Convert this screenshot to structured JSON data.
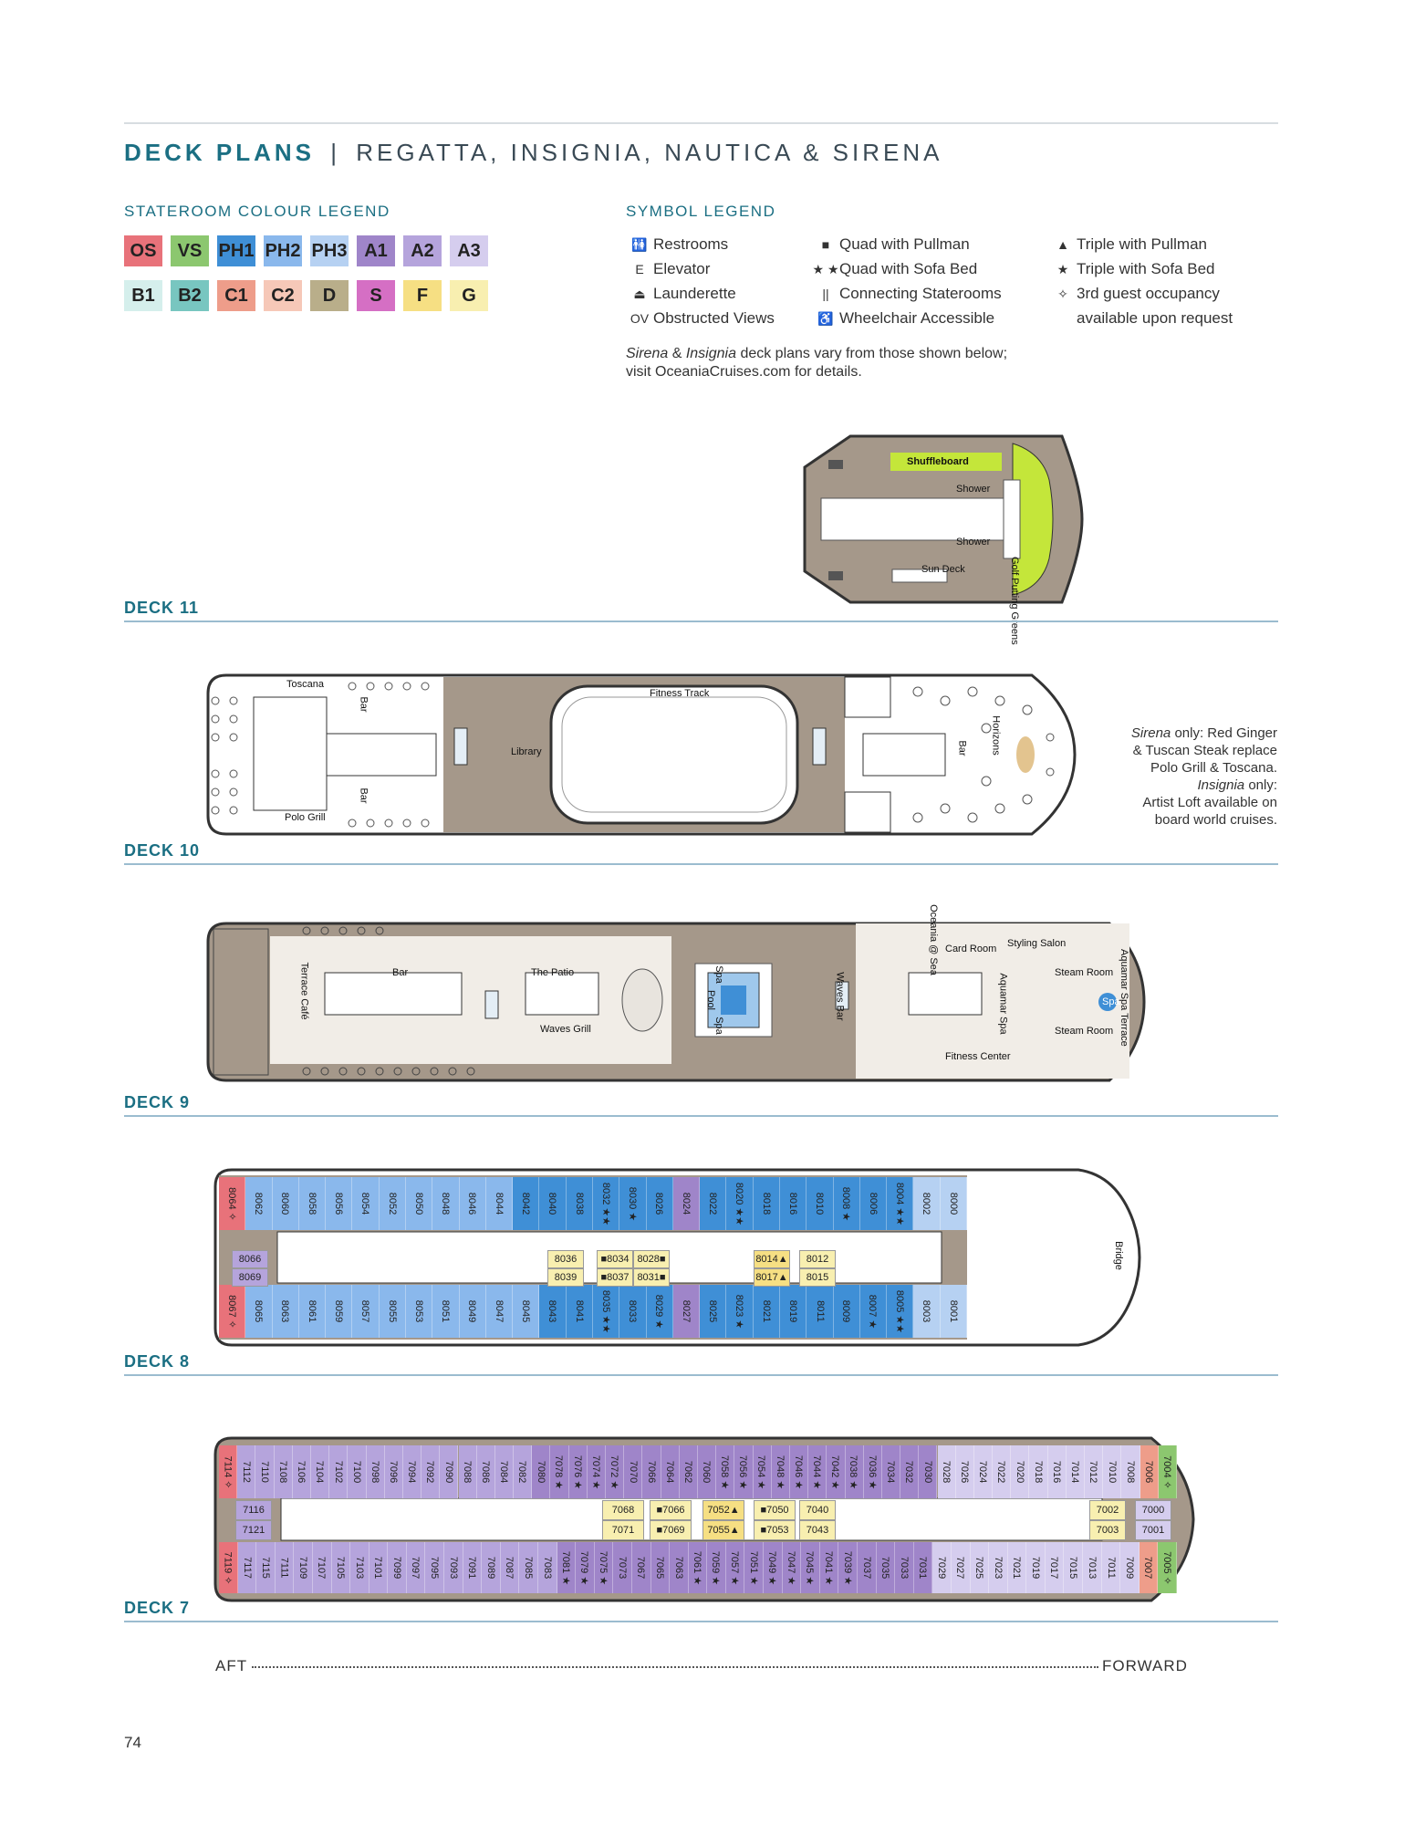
{
  "header": {
    "title_bold": "DECK PLANS",
    "divider": "|",
    "title_ships": "REGATTA, INSIGNIA, NAUTICA & SIRENA"
  },
  "colour_legend": {
    "heading": "STATEROOM COLOUR LEGEND",
    "items": [
      {
        "code": "OS",
        "color": "#e8727a"
      },
      {
        "code": "VS",
        "color": "#8cc76f"
      },
      {
        "code": "PH1",
        "color": "#3f8fd6"
      },
      {
        "code": "PH2",
        "color": "#8ab8ec"
      },
      {
        "code": "PH3",
        "color": "#b6d1f2"
      },
      {
        "code": "A1",
        "color": "#9f85c9"
      },
      {
        "code": "A2",
        "color": "#b5a4dc"
      },
      {
        "code": "A3",
        "color": "#d5cdee"
      },
      {
        "code": "B1",
        "color": "#d5efec"
      },
      {
        "code": "B2",
        "color": "#78c6c0"
      },
      {
        "code": "C1",
        "color": "#ee9d8a"
      },
      {
        "code": "C2",
        "color": "#f6c8b8"
      },
      {
        "code": "D",
        "color": "#b9ae8a"
      },
      {
        "code": "S",
        "color": "#d56fc4"
      },
      {
        "code": "F",
        "color": "#f6df83"
      },
      {
        "code": "G",
        "color": "#f8efb0"
      }
    ]
  },
  "symbol_legend": {
    "heading": "SYMBOL LEGEND",
    "col1": [
      {
        "icon": "restroom-icon",
        "glyph": "🚻",
        "label": "Restrooms"
      },
      {
        "icon": "elevator-icon",
        "glyph": "E",
        "label": "Elevator"
      },
      {
        "icon": "launderette-icon",
        "glyph": "⏏",
        "label": "Launderette"
      },
      {
        "icon": "obstructed-views-icon",
        "glyph": "OV",
        "label": "Obstructed Views"
      }
    ],
    "col2": [
      {
        "icon": "square-icon",
        "glyph": "■",
        "label": "Quad with Pullman"
      },
      {
        "icon": "double-star-icon",
        "glyph": "★ ★",
        "label": "Quad with Sofa Bed"
      },
      {
        "icon": "connecting-icon",
        "glyph": "||",
        "label": "Connecting Staterooms"
      },
      {
        "icon": "wheelchair-icon",
        "glyph": "♿",
        "label": "Wheelchair Accessible"
      }
    ],
    "col3": [
      {
        "icon": "triangle-icon",
        "glyph": "▲",
        "label": "Triple with Pullman"
      },
      {
        "icon": "star-icon",
        "glyph": "★",
        "label": "Triple with Sofa Bed"
      },
      {
        "icon": "diamond-icon",
        "glyph": "✧",
        "label": "3rd guest occupancy"
      },
      {
        "icon": "",
        "glyph": "",
        "label": "available upon request"
      }
    ],
    "note_ship1": "Sirena",
    "note_amp": "&",
    "note_ship2": "Insignia",
    "note_rest": "deck plans vary from those shown below;",
    "note_line2": "visit OceaniaCruises.com for details."
  },
  "decks": {
    "deck11": {
      "label": "DECK 11",
      "shuffleboard": "Shuffleboard",
      "shower1": "Shower",
      "shower2": "Shower",
      "sundeck": "Sun Deck",
      "golf": "Golf Putting Greens"
    },
    "deck10": {
      "label": "DECK 10",
      "toscana": "Toscana",
      "polo": "Polo Grill",
      "bar1": "Bar",
      "bar2": "Bar",
      "library": "Library",
      "fitness_track": "Fitness Track",
      "horizons": "Horizons",
      "bar3": "Bar",
      "note_ship1": "Sirena",
      "note_line1": "only: Red Ginger",
      "note_line2": "& Tuscan Steak replace",
      "note_line3": "Polo Grill & Toscana.",
      "note_ship2": "Insignia",
      "note_line4": "only:",
      "note_line5": "Artist Loft available on",
      "note_line6": "board world cruises."
    },
    "deck9": {
      "label": "DECK 9",
      "terrace_cafe": "Terrace Café",
      "bar": "Bar",
      "patio": "The Patio",
      "waves_grill": "Waves Grill",
      "spa1": "Spa",
      "pool": "Pool",
      "spa2": "Spa",
      "waves_bar": "Waves Bar",
      "oceania_sea": "Oceania @ Sea",
      "card_room": "Card Room",
      "aquamar_spa": "Aquamar Spa",
      "styling_salon": "Styling Salon",
      "steam1": "Steam Room",
      "steam2": "Steam Room",
      "spa3": "Spa",
      "fitness_center": "Fitness Center",
      "spa_terrace": "Aquamar Spa Terrace"
    },
    "deck8": {
      "label": "DECK 8",
      "top_row": [
        "8064 ✧",
        "8062",
        "8060",
        "8058",
        "8056",
        "8054",
        "8052",
        "8050",
        "8048",
        "8046",
        "8044",
        "8042",
        "8040",
        "8038",
        "8032 ★★",
        "8030 ★",
        "8026",
        "8024",
        "8022",
        "8020 ★★",
        "8018",
        "8016",
        "8010",
        "8008 ★",
        "8006",
        "8004 ★★",
        "8002",
        "8000"
      ],
      "bottom_row": [
        "8067 ✧",
        "8065",
        "8063",
        "8061",
        "8059",
        "8057",
        "8055",
        "8053",
        "8051",
        "8049",
        "8047",
        "8045",
        "8043",
        "8041",
        "8035 ★★",
        "8033",
        "8029 ★",
        "8027",
        "8025",
        "8023 ★",
        "8021",
        "8019",
        "8011",
        "8009",
        "8007 ★",
        "8005 ★★",
        "8003",
        "8001"
      ],
      "aft_top": "8066",
      "aft_bottom": "8069",
      "mid1_top": "8036",
      "mid1_bottom": "8039",
      "mid2_top": "■8034",
      "mid2_bottom": "■8037",
      "mid3_top": "8028■",
      "mid3_bottom": "8031■",
      "mid4_top": "8014▲",
      "mid4_bottom": "8017▲",
      "mid5_top": "8012",
      "mid5_bottom": "8015",
      "bridge": "Bridge"
    },
    "deck7": {
      "label": "DECK 7",
      "top_row": [
        "7114 ✧",
        "7112",
        "7110",
        "7108",
        "7106",
        "7104",
        "7102",
        "7100",
        "7098",
        "7096",
        "7094",
        "7092",
        "7090",
        "7088",
        "7086",
        "7084",
        "7082",
        "7080",
        "7078 ★",
        "7076 ★",
        "7074 ★",
        "7072 ★",
        "7070",
        "7066",
        "7064",
        "7062",
        "7060",
        "7058 ★",
        "7056 ★",
        "7054 ★",
        "7048 ★",
        "7046 ★",
        "7044 ★",
        "7042 ★",
        "7038 ★",
        "7036 ★",
        "7034",
        "7032",
        "7030",
        "7028",
        "7026",
        "7024",
        "7022",
        "7020",
        "7018",
        "7016",
        "7014",
        "7012",
        "7010",
        "7008",
        "7006",
        "7004 ✧"
      ],
      "bottom_row": [
        "7119 ✧",
        "7117",
        "7115",
        "7111",
        "7109",
        "7107",
        "7105",
        "7103",
        "7101",
        "7099",
        "7097",
        "7095",
        "7093",
        "7091",
        "7089",
        "7087",
        "7085",
        "7083",
        "7081 ★",
        "7079 ★",
        "7075 ★",
        "7073",
        "7067",
        "7065",
        "7063",
        "7061 ★",
        "7059 ★",
        "7057 ★",
        "7051 ★",
        "7049 ★",
        "7047 ★",
        "7045 ★",
        "7041 ★",
        "7039 ★",
        "7037",
        "7035",
        "7033",
        "7031",
        "7029",
        "7027",
        "7025",
        "7023",
        "7021",
        "7019",
        "7017",
        "7015",
        "7013",
        "7011",
        "7009",
        "7007",
        "7005 ✧"
      ],
      "aft_top": "7116",
      "aft_bottom": "7121",
      "m1_top": "7068",
      "m1_bottom": "7071",
      "m2_top": "■7066",
      "m2_bottom": "■7069",
      "m3_top": "7052▲",
      "m3_bottom": "7055▲",
      "m4_top": "■7050",
      "m4_bottom": "■7053",
      "m5_top": "7040",
      "m5_bottom": "7043",
      "fwd1_top": "7002",
      "fwd1_bottom": "7003",
      "fwd2_top": "7000",
      "fwd2_bottom": "7001"
    }
  },
  "footer": {
    "aft": "AFT",
    "forward": "FORWARD",
    "page": "74"
  }
}
